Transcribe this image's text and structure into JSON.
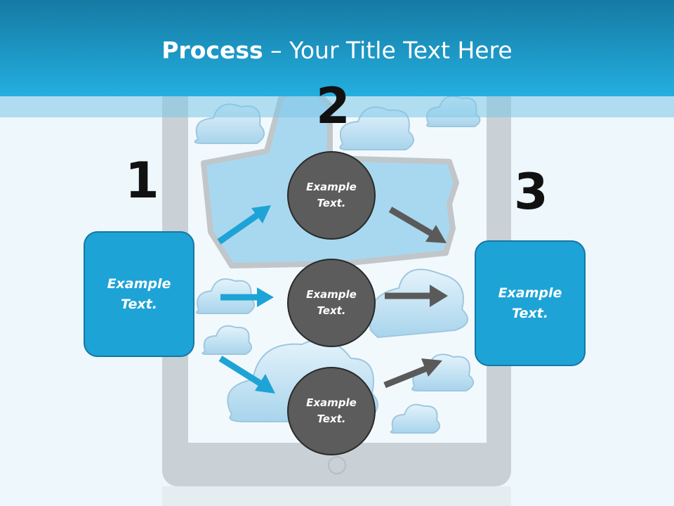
{
  "title": {
    "bold": "Process",
    "rest": " – Your Title Text Here"
  },
  "steps": [
    {
      "number": "1",
      "box_text": [
        "Example",
        "Text."
      ]
    },
    {
      "number": "2"
    },
    {
      "number": "3",
      "box_text": [
        "Example",
        "Text."
      ]
    }
  ],
  "circles": [
    {
      "text": [
        "Example",
        "Text."
      ]
    },
    {
      "text": [
        "Example",
        "Text."
      ]
    },
    {
      "text": [
        "Example",
        "Text."
      ]
    }
  ],
  "colors": {
    "accent": "#1ea3d6",
    "circle": "#5c5c5c",
    "arrow_blue": "#1ea3d6",
    "arrow_gray": "#5a5a5a"
  }
}
